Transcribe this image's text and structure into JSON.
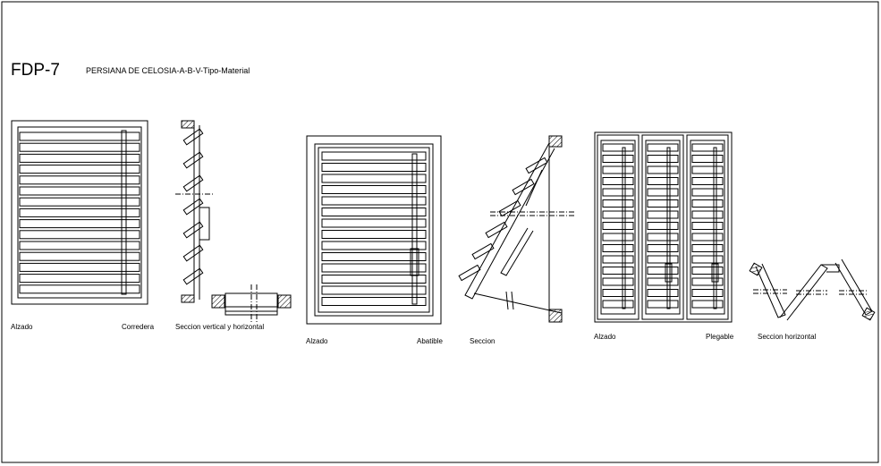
{
  "drawing": {
    "code": "FDP-7",
    "title": "PERSIANA DE CELOSIA-A-B-V-Tipo-Material"
  },
  "labels": {
    "alzado_1": "Alzado",
    "corredera": "Corredera",
    "seccion_vh": "Seccion vertical y horizontal",
    "alzado_2": "Alzado",
    "abatible": "Abatible",
    "seccion": "Seccion",
    "alzado_3": "Alzado",
    "plegable": "Plegable",
    "seccion_horizontal": "Seccion horizontal"
  }
}
